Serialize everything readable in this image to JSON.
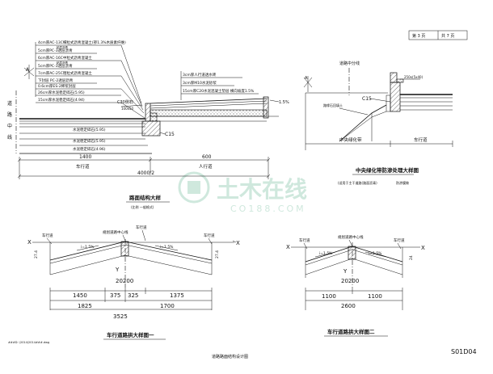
{
  "sheet": {
    "title_block": {
      "cell1": "第 3 页",
      "cell2": "共 7 页"
    },
    "drawing_title": "道路路面结构设计图",
    "drawing_number": "S01D04",
    "file_path": "###D: \\2014\\2014###.dwg"
  },
  "watermark": {
    "cn": "土木在线",
    "en": "CO188.COM"
  },
  "pavement_detail": {
    "layers": [
      "4cm厚AC-13C细粒式沥青混凝土(掺1.3%木质素纤维)",
      "粘层沥青",
      "5cm厚PC-3透层沥青",
      "6cm厚AC-16C中粒式沥青混凝土",
      "粘层沥青",
      "5cm厚PC-3透层沥青",
      "7cm厚AC-25C粗粒式沥青混凝土",
      "下封层 PC-2透层沥青",
      "0.6cm厚ES-2稀浆封层",
      "26cm厚水泥稳定碎石(5.95)",
      "15cm厚水泥稳定碎石(4.94)"
    ],
    "sidewalk_layers": [
      "3cm厚人行道透水砖",
      "3cm厚M10水泥砂浆",
      "15cm厚C20水泥混凝土垫层 横向坡度1.5%"
    ],
    "curb_label": "C30侧石",
    "curb_dim": "100x50",
    "c15": "C15",
    "side_slope": "1.5%",
    "left_labels": [
      "道",
      "路",
      "中",
      "线"
    ],
    "thickness_notes": [
      "水泥稳定碎石(5.95)",
      "水泥稳定碎石(5.95)",
      "水泥稳定碎石(4.96)"
    ],
    "dim_carriageway": "1400",
    "dim_sidewalk": "600",
    "dim_total": "4000/2",
    "lbl_carriageway": "车行道",
    "lbl_sidewalk": "人行道",
    "caption": "路面结构大样",
    "caption_note": "(比例 一般格式)"
  },
  "median_detail": {
    "top_label": "道路中分线",
    "curb_dim": "250x(5x40)",
    "c15": "C15",
    "note": "路缘石回填土",
    "lbl_median": "中央绿化带",
    "lbl_lane": "车行道",
    "caption": "中央绿化带防渗处理大样图",
    "caption_note": "(适用于主干道路(路面沥青)",
    "caption_note2": "防渗膜做"
  },
  "cross_section_1": {
    "top_left_label": "车行道",
    "top_mid_label": "规划道路中心线",
    "top_right_label": "车行道",
    "slope_left": "i=1.5%",
    "slope_right": "i=1.5%",
    "x_label": "X",
    "y_label": "Y",
    "dim_side": "27.4",
    "dim_center": "20200",
    "dims_row1": [
      "1450",
      "375",
      "325",
      "1375"
    ],
    "dims_row2": [
      "1825",
      "1700"
    ],
    "dim_total": "3525",
    "caption": "车行道路拱大样图一"
  },
  "cross_section_2": {
    "top_left_label": "车行道",
    "top_mid_label": "规划道路中心线",
    "slope_left": "i=1.5%",
    "slope_right": "i=1.5%",
    "x_label": "X",
    "y_label": "Y",
    "dim_side": "24",
    "dim_center": "20200",
    "dims_row1": [
      "1100",
      "1100"
    ],
    "dim_total": "2600",
    "caption": "车行道路拱大样图二"
  },
  "colors": {
    "line": "#111111",
    "background": "#ffffff",
    "watermark": "#c9e6da"
  }
}
